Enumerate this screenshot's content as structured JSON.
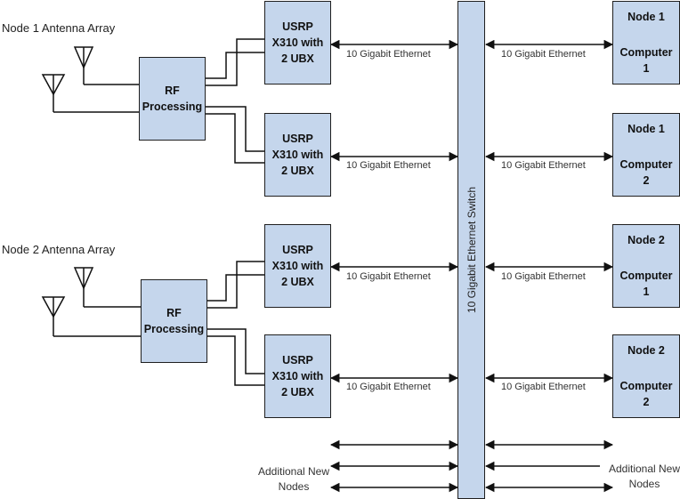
{
  "antenna_arrays": [
    {
      "label": "Node 1 Antenna Array"
    },
    {
      "label": "Node 2 Antenna Array"
    }
  ],
  "rf_blocks": [
    {
      "line1": "RF",
      "line2": "Processing"
    },
    {
      "line1": "RF",
      "line2": "Processing"
    }
  ],
  "usrp_blocks": [
    {
      "line1": "USRP",
      "line2": "X310 with",
      "line3": "2 UBX"
    },
    {
      "line1": "USRP",
      "line2": "X310 with",
      "line3": "2 UBX"
    },
    {
      "line1": "USRP",
      "line2": "X310 with",
      "line3": "2 UBX"
    },
    {
      "line1": "USRP",
      "line2": "X310 with",
      "line3": "2 UBX"
    }
  ],
  "ethernet_label": "10 Gigabit Ethernet",
  "switch_label": "10 Gigabit Ethernet Switch",
  "computers": [
    {
      "node": "Node 1",
      "line1": "Computer",
      "line2": "1"
    },
    {
      "node": "Node 1",
      "line1": "Computer",
      "line2": "2"
    },
    {
      "node": "Node 2",
      "line1": "Computer",
      "line2": "1"
    },
    {
      "node": "Node 2",
      "line1": "Computer",
      "line2": "2"
    }
  ],
  "additional_nodes": {
    "line1": "Additional New",
    "line2": "Nodes"
  }
}
